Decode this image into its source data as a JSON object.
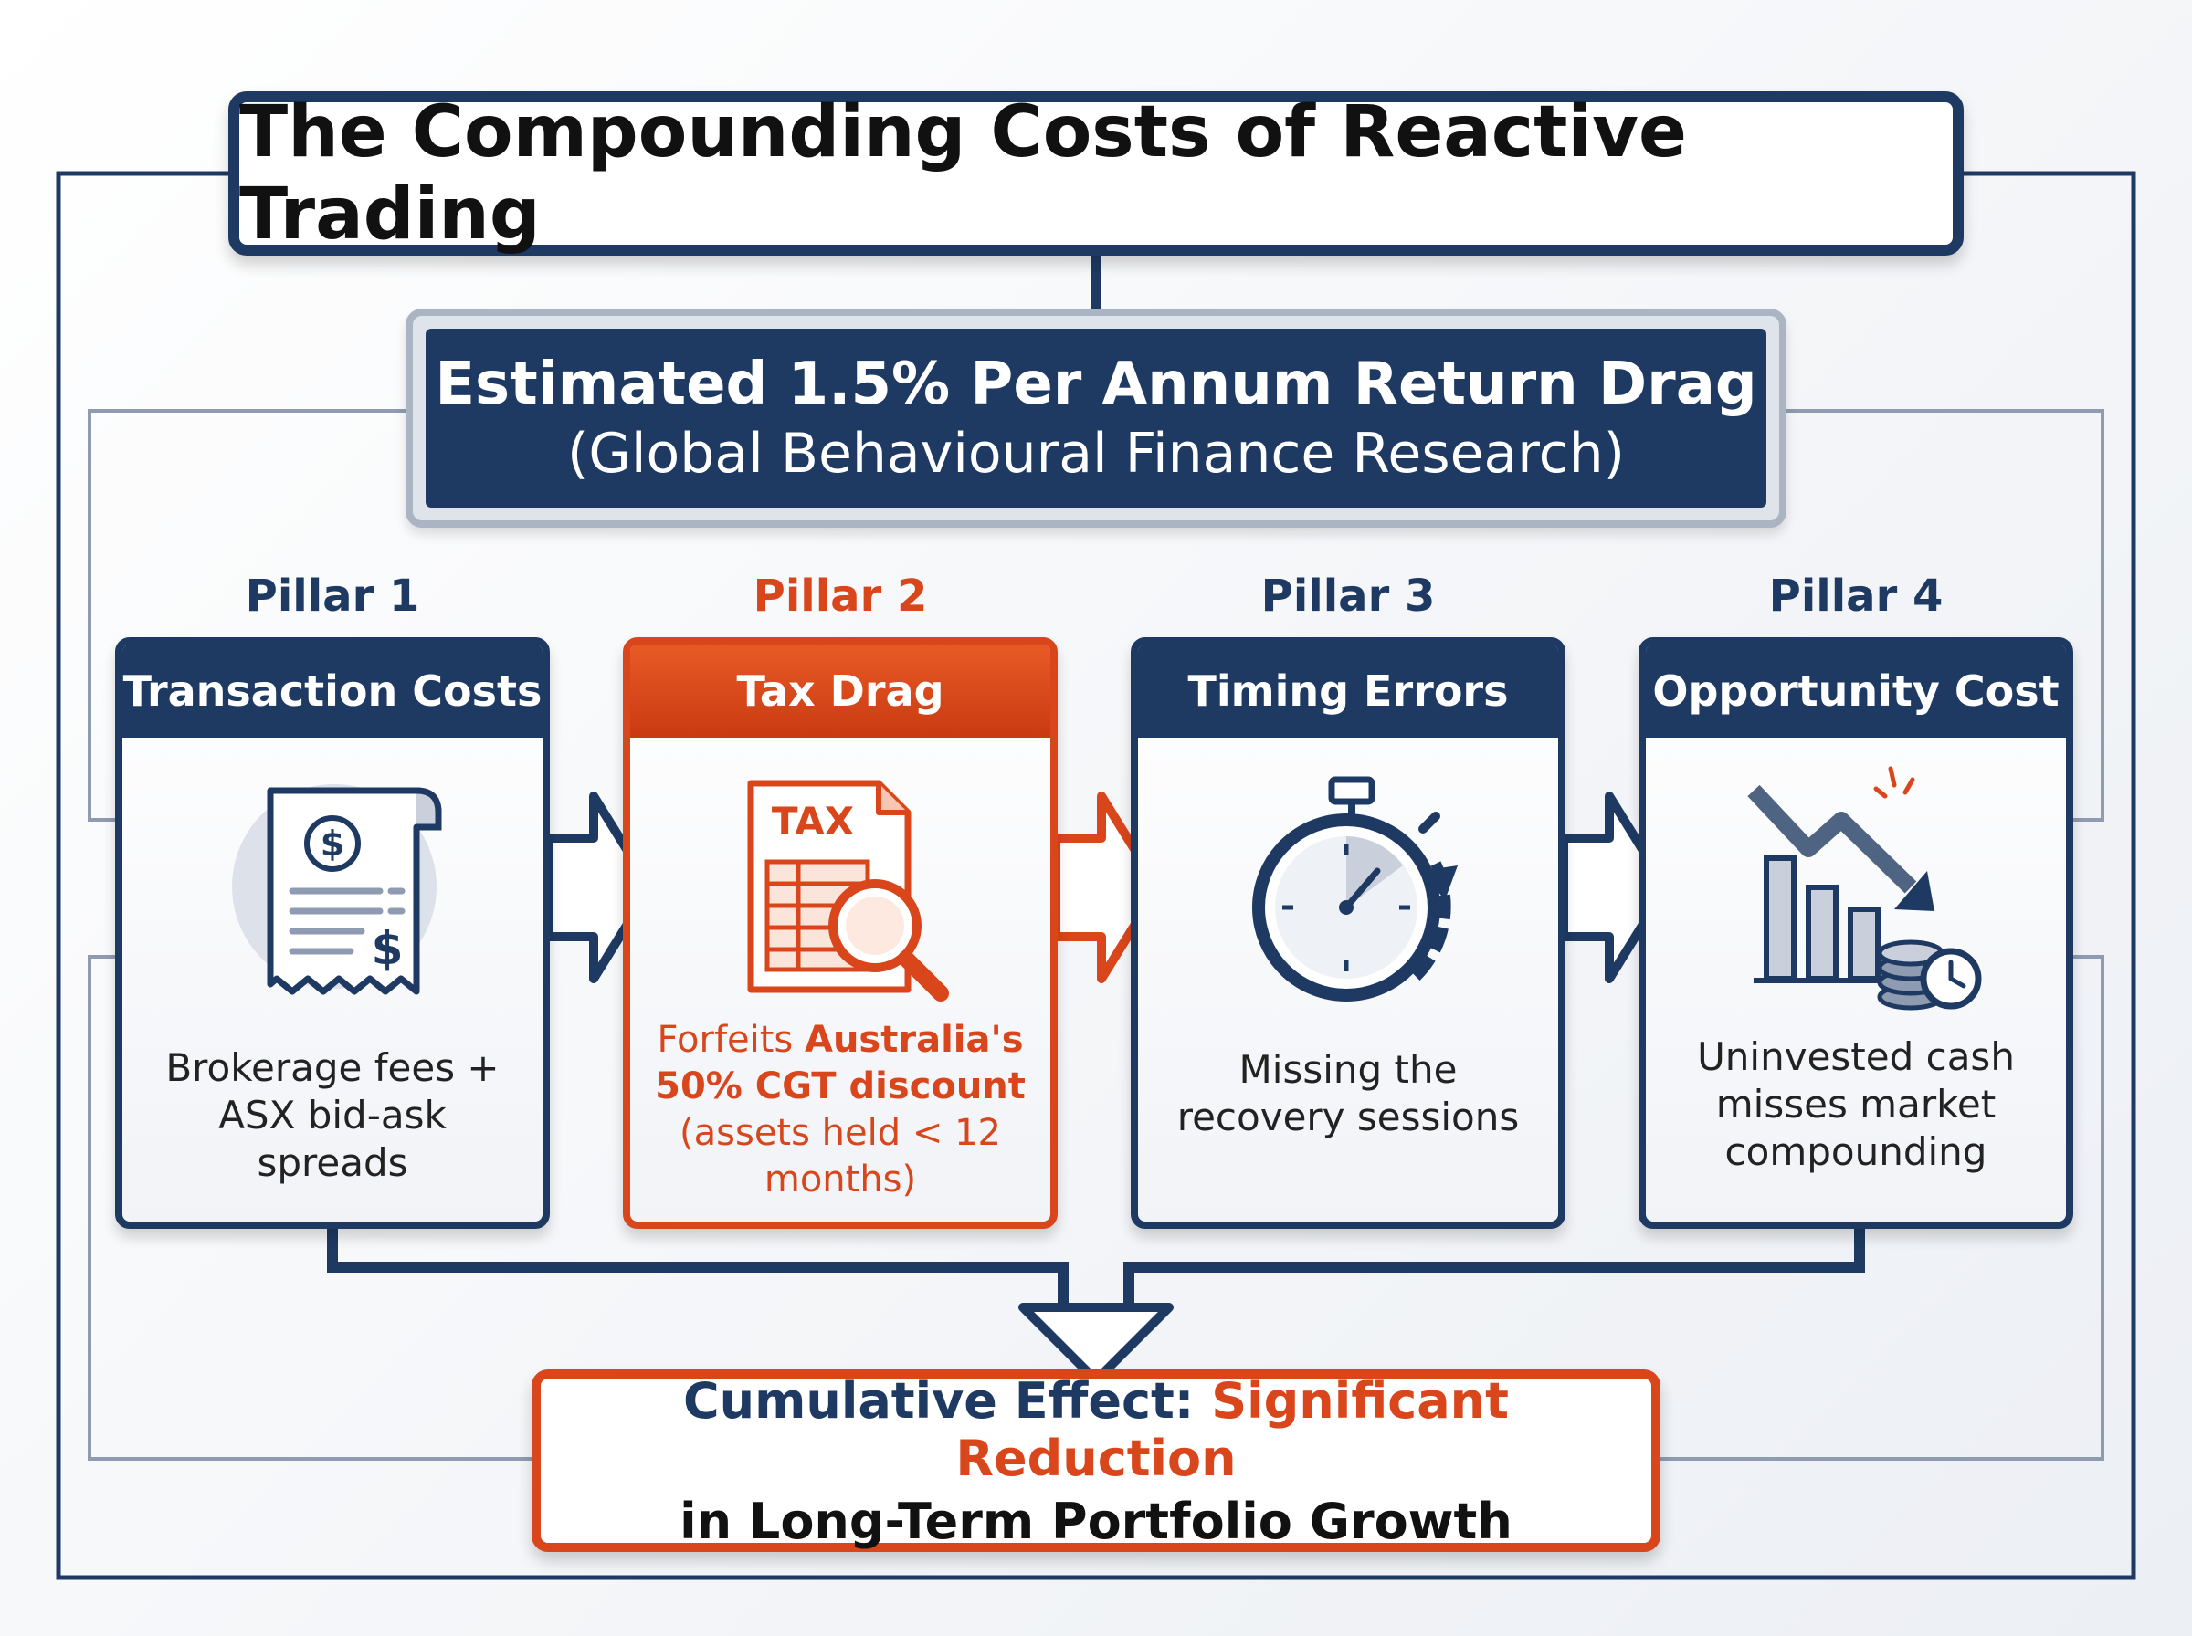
{
  "title": "The Compounding Costs of Reactive Trading",
  "estimate": {
    "headline": "Estimated 1.5% Per Annum Return Drag",
    "source": "(Global Behavioural Finance Research)"
  },
  "pillars": [
    {
      "label": "Pillar 1",
      "heading": "Transaction Costs",
      "icon": "receipt-dollar-icon",
      "description_lines": [
        "Brokerage fees +",
        "ASX bid-ask",
        "spreads"
      ]
    },
    {
      "label": "Pillar 2",
      "heading": "Tax Drag",
      "icon": "tax-document-magnifier-icon",
      "icon_text": "TAX",
      "description": {
        "lead": "Forfeits ",
        "emph1": "Australia's",
        "emph2": "50% CGT discount",
        "rest1": "(assets held < 12",
        "rest2": "months)"
      }
    },
    {
      "label": "Pillar 3",
      "heading": "Timing Errors",
      "icon": "stopwatch-icon",
      "description_lines": [
        "Missing the",
        "recovery sessions"
      ]
    },
    {
      "label": "Pillar 4",
      "heading": "Opportunity Cost",
      "icon": "declining-chart-coins-icon",
      "description_lines": [
        "Uninvested cash",
        "misses market",
        "compounding"
      ]
    }
  ],
  "outcome": {
    "lead": "Cumulative Effect: ",
    "highlight": "Significant Reduction",
    "line2": "in Long-Term Portfolio Growth"
  },
  "colors": {
    "navy": "#1e3a63",
    "orange": "#d9461c",
    "frame_gray": "#8f9bb0"
  }
}
